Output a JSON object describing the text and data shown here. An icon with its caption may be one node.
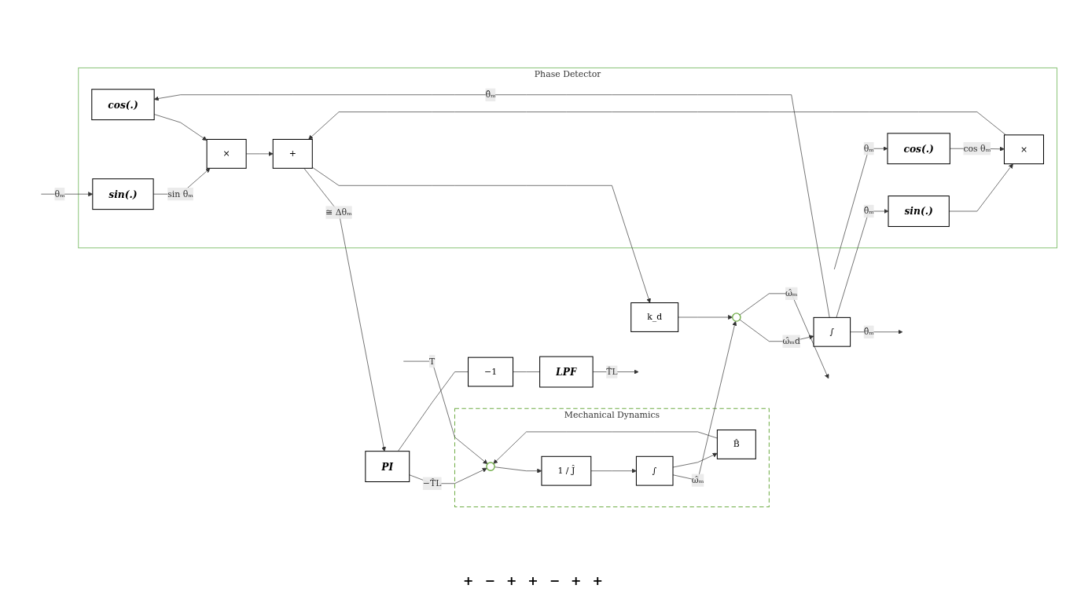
{
  "diagram": {
    "nodes": [
      {
        "text": [
          "Phase Detector"
        ]
      },
      {
        "text": [
          "cos(.)"
        ],
        "in": 0
      },
      {
        "text": [
          "sin(.)"
        ],
        "in": 0
      },
      {
        "text": [
          "×"
        ],
        "in": 0
      },
      {
        "text": [
          "+"
        ],
        "in": 0
      },
      {
        "text": [
          "cos(.)"
        ],
        "in": 0
      },
      {
        "text": [
          "×"
        ],
        "in": 0
      },
      {
        "text": [
          "sin(.)"
        ],
        "in": 0
      },
      {
        "text": [
          "PI"
        ]
      },
      {
        "text": [
          "Mechanical Dynamics"
        ]
      },
      {
        "text": [],
        "shape": "circle",
        "in": 9
      },
      {
        "text": [
          "1 / Ĵ"
        ],
        "in": 9
      },
      {
        "text": [
          "∫"
        ],
        "in": 9
      },
      {
        "text": [
          "B̂"
        ],
        "in": 9
      },
      {
        "text": [],
        "shape": "circle"
      },
      {
        "text": [
          "∫"
        ]
      },
      {
        "text": [
          "k_d"
        ]
      },
      {
        "text": [
          "−1"
        ]
      },
      {
        "text": [
          "LPF"
        ]
      }
    ],
    "edges": [
      {
        "from": null,
        "to": 2,
        "arrow": "to",
        "label": "θₘ"
      },
      {
        "from": 2,
        "to": 3,
        "arrow": "to",
        "label": "sin θₘ"
      },
      {
        "from": 1,
        "to": 3,
        "arrow": "to"
      },
      {
        "from": 3,
        "to": 4,
        "arrow": "to"
      },
      {
        "from": 6,
        "to": 4,
        "arrow": "to"
      },
      {
        "from": null,
        "to": 5,
        "arrow": "to",
        "label": "θₘ"
      },
      {
        "from": 5,
        "to": 6,
        "arrow": "to",
        "label": "cos θₘ"
      },
      {
        "from": 7,
        "to": 6,
        "arrow": "to"
      },
      {
        "from": 4,
        "to": 8,
        "arrow": "to",
        "label": "≅ Δθₘ"
      },
      {
        "from": 4,
        "to": 16,
        "arrow": "to"
      },
      {
        "from": 8,
        "to": 10,
        "arrow": "to",
        "label": "−T̂L"
      },
      {
        "from": null,
        "to": 10,
        "arrow": "to",
        "label": "T"
      },
      {
        "from": 10,
        "to": 11,
        "arrow": "to"
      },
      {
        "from": 11,
        "to": 12,
        "arrow": "to"
      },
      {
        "from": 12,
        "to": 14,
        "arrow": "to",
        "label": "ω̂ₘ"
      },
      {
        "from": 12,
        "to": 13,
        "arrow": "to"
      },
      {
        "from": 13,
        "to": 10,
        "arrow": "to"
      },
      {
        "from": 16,
        "to": 14,
        "arrow": "to"
      },
      {
        "from": 14,
        "to": 15,
        "arrow": "to",
        "label": "ω̂ₘd"
      },
      {
        "from": 15,
        "to": null,
        "arrow": "to",
        "label": "θ̂ₘ"
      },
      {
        "from": 14,
        "to": null,
        "arrow": "to",
        "label": "ω̂ₘ"
      },
      {
        "from": 8,
        "to": 17,
        "arrow": "none"
      },
      {
        "from": 17,
        "to": 18,
        "arrow": "none"
      },
      {
        "from": 18,
        "to": null,
        "arrow": "to",
        "label": "T̂L"
      },
      {
        "from": 15,
        "to": 1,
        "arrow": "to",
        "label": "θ̂ₘ"
      },
      {
        "from": 15,
        "to": 7,
        "arrow": "to",
        "label": "θ̂ₘ"
      }
    ],
    "labels": [
      "+",
      "−",
      "+",
      "+",
      "−",
      "+",
      "+"
    ]
  }
}
